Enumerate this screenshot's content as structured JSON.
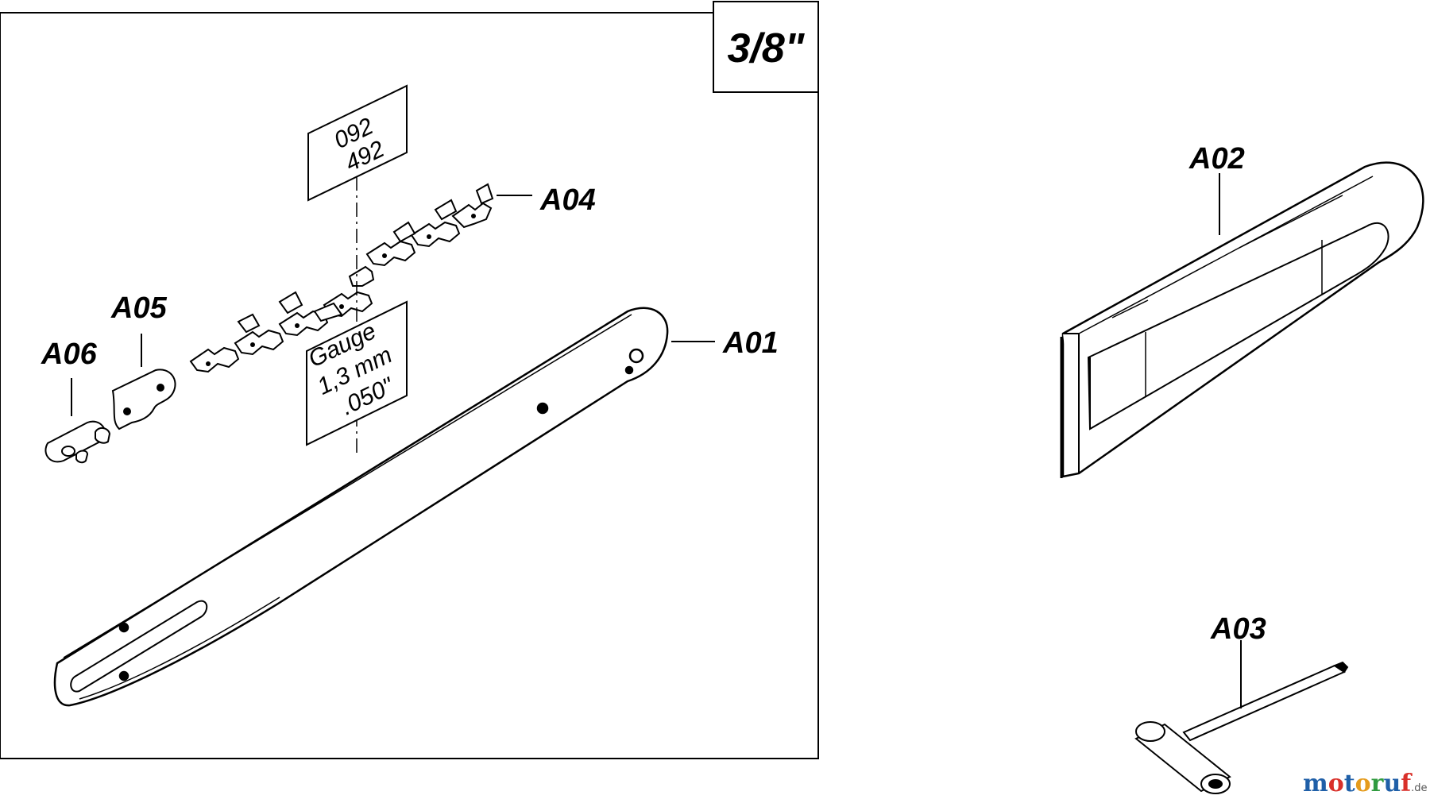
{
  "pitch_label": "3/8\"",
  "parts": {
    "a01": "A01",
    "a02": "A02",
    "a03": "A03",
    "a04": "A04",
    "a05": "A05",
    "a06": "A06"
  },
  "chain_code": {
    "line1": "092",
    "line2": "492"
  },
  "gauge": {
    "line1": "Gauge",
    "line2": "1,3 mm",
    "line3": ".050\""
  },
  "watermark": {
    "letters": [
      "m",
      "o",
      "t",
      "o",
      "r",
      "u",
      "f"
    ],
    "colors": [
      "#1f5fa8",
      "#d9302a",
      "#1f5fa8",
      "#e59b1c",
      "#2f9a3e",
      "#1f5fa8",
      "#d9302a"
    ],
    "suffix": ".de"
  }
}
